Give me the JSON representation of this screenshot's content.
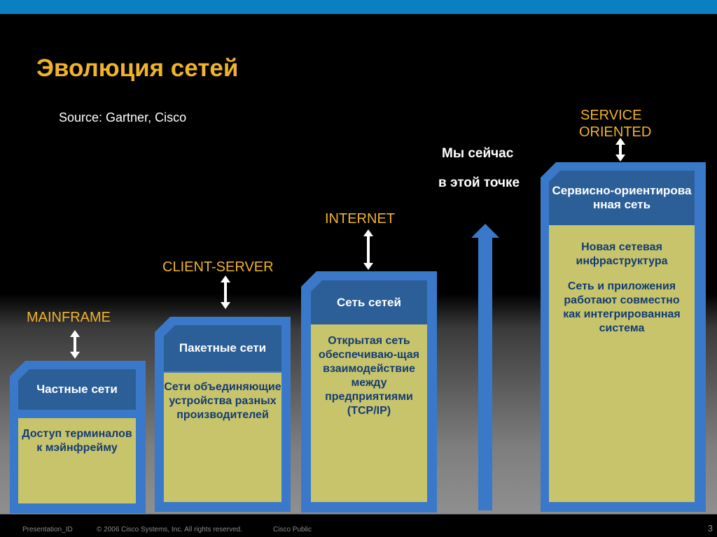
{
  "title": "Эволюция сетей",
  "source": "Source: Gartner, Cisco",
  "current_position": {
    "line1": "Мы сейчас",
    "line2": "в этой точке"
  },
  "eras": [
    {
      "label": "MAINFRAME",
      "header": "Частные сети",
      "description": "Доступ терминалов к мэйнфрейму"
    },
    {
      "label": "CLIENT-SERVER",
      "header": "Пакетные сети",
      "description": "Сети объединяющие устройства разных производителей"
    },
    {
      "label": "INTERNET",
      "header": "Сеть сетей",
      "description": "Открытая сеть обеспечиваю-щая взаимодействие между предприятиями (TCP/IP)"
    },
    {
      "label_line1": "SERVICE",
      "label_line2": "ORIENTED",
      "header": "Сервисно-ориентированная сеть",
      "description_p1": "Новая сетевая инфраструктура",
      "description_p2": "Сеть и приложения работают совместно как интегрированная система"
    }
  ],
  "footer": {
    "presentation_id": "Presentation_ID",
    "copyright": "© 2006 Cisco Systems, Inc. All rights reserved.",
    "classification": "Cisco Public",
    "page_number": "3"
  },
  "colors": {
    "accent": "#f0b429",
    "top_bar": "#0a80c0",
    "frame_blue": "#3a79c9",
    "header_blue": "#2c5f97",
    "body_khaki": "#c8c46c",
    "body_text": "#123c74"
  }
}
